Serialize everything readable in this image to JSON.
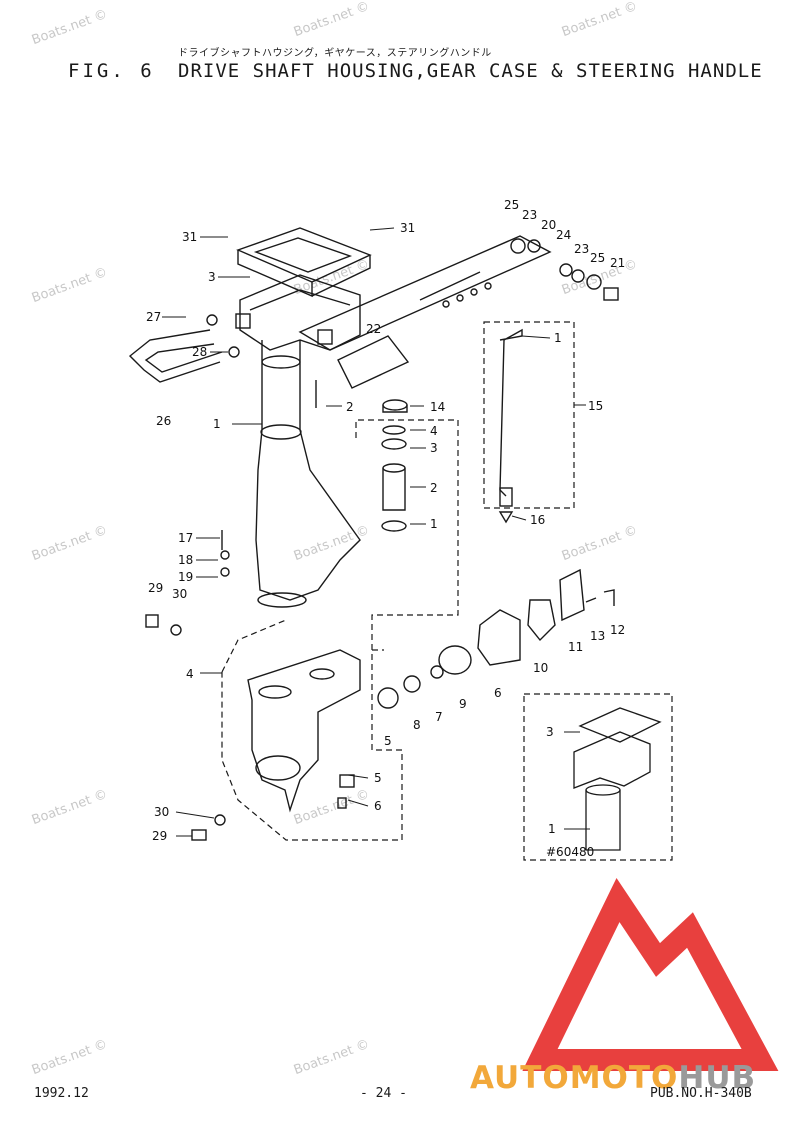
{
  "header": {
    "jp_title": "ドライブシャフトハウジング，ギヤケース，ステアリングハンドル",
    "fig_label": "FIG. 6",
    "fig_title": "DRIVE SHAFT HOUSING,GEAR CASE & STEERING HANDLE"
  },
  "footer": {
    "date": "1992.12",
    "page": "- 24 -",
    "pub_no": "PUB.NO.H-340B"
  },
  "watermark": "Boats.net ©",
  "inset_serial": "#60480",
  "brand": {
    "part1": "AUTOMOTO",
    "part2": "HUB"
  },
  "part_numbers": [
    "31",
    "31",
    "3",
    "27",
    "28",
    "26",
    "1",
    "2",
    "22",
    "25",
    "23",
    "20",
    "24",
    "23",
    "25",
    "21",
    "14",
    "4",
    "3",
    "2",
    "1",
    "15",
    "1",
    "16",
    "17",
    "18",
    "19",
    "29",
    "30",
    "4",
    "5",
    "8",
    "7",
    "9",
    "6",
    "10",
    "11",
    "13",
    "12",
    "5",
    "6",
    "30",
    "29",
    "3",
    "1"
  ],
  "colors": {
    "line": "#1a1a1a",
    "logo_red": "#e8403e",
    "logo_orange": "#f2a83a",
    "logo_gray": "#9a9a9a"
  }
}
